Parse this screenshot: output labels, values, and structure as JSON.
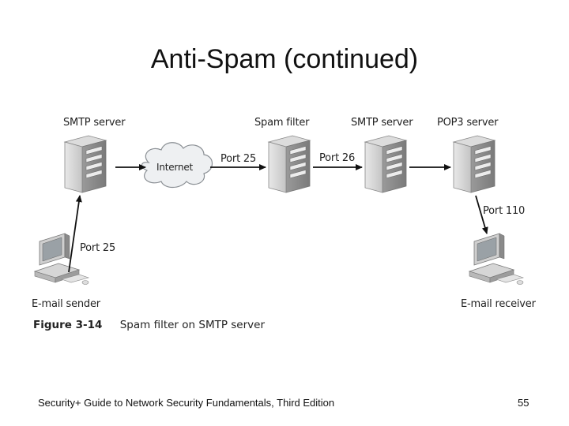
{
  "slide": {
    "title": "Anti-Spam (continued)",
    "footer": "Security+ Guide to Network Security Fundamentals, Third Edition",
    "page_number": "55"
  },
  "diagram": {
    "smtp_server_1": "SMTP server",
    "spam_filter": "Spam filter",
    "smtp_server_2": "SMTP server",
    "pop3_server": "POP3 server",
    "internet": "Internet",
    "port_25_internet": "Port 25",
    "port_26": "Port 26",
    "port_110": "Port 110",
    "port_25_sender": "Port 25",
    "email_sender": "E-mail sender",
    "email_receiver": "E-mail receiver"
  },
  "figure": {
    "number": "Figure 3-14",
    "caption": "Spam filter on SMTP server"
  }
}
